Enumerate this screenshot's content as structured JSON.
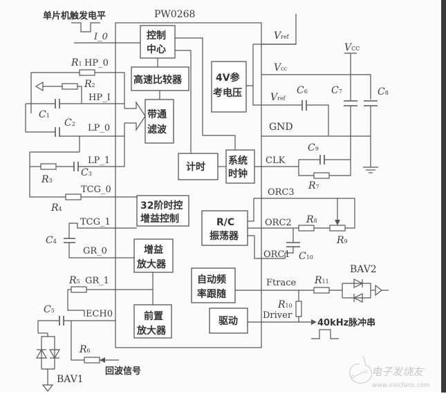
{
  "chip": {
    "name": "PW0268"
  },
  "blocks": {
    "control": [
      "控制",
      "中心"
    ],
    "comparator": [
      "高速比较器"
    ],
    "bandpass": [
      "带通",
      "滤波"
    ],
    "timer": [
      "计时"
    ],
    "sysclock": [
      "系统",
      "时钟"
    ],
    "vref_gen": [
      "4V参",
      "考电压"
    ],
    "tcg": [
      "32阶时控",
      "增益控制"
    ],
    "rc_osc": [
      "R/C",
      "振荡器"
    ],
    "gain_amp": [
      "增益",
      "放大器"
    ],
    "afc": [
      "自动频",
      "率跟随"
    ],
    "preamp": [
      "前置",
      "放大器"
    ],
    "driver": [
      "驱动"
    ]
  },
  "pins": {
    "io": "I_0",
    "hp0": "HP_0",
    "hpi": "HP_I",
    "lp0": "LP_0",
    "lp1": "LP_1",
    "tcg0": "TCG_0",
    "tcg1": "TCG_1",
    "gr0": "GR_0",
    "gr1": "GR_1",
    "ech0": "ECH0",
    "vref1": "V",
    "vref1_sub": "ref",
    "vcc": "V",
    "vcc_sub": "cc",
    "vref2": "V",
    "vref2_sub": "ref",
    "gnd": "GND",
    "clk": "CLK",
    "orc3": "ORC3",
    "orc2": "ORC2",
    "orc1": "ORC1",
    "ftrace": "Ftrace",
    "driver": "Driver"
  },
  "components": {
    "R1": [
      "R",
      "1"
    ],
    "R2": [
      "R",
      "2"
    ],
    "R3": [
      "R",
      "3"
    ],
    "R4": [
      "R",
      "4"
    ],
    "R5": [
      "R",
      "5"
    ],
    "R6": [
      "R",
      "6"
    ],
    "R7": [
      "R",
      "7"
    ],
    "R8": [
      "R",
      "8"
    ],
    "R9": [
      "R",
      "9"
    ],
    "R10": [
      "R",
      "10"
    ],
    "R11": [
      "R",
      "11"
    ],
    "C1": [
      "C",
      "1"
    ],
    "C2": [
      "C",
      "2"
    ],
    "C3": [
      "C",
      "3"
    ],
    "C4": [
      "C",
      "4"
    ],
    "C5": [
      "C",
      "5"
    ],
    "C6": [
      "C",
      "6"
    ],
    "C7": [
      "C",
      "7"
    ],
    "C8": [
      "C",
      "8"
    ],
    "C9": [
      "C",
      "9"
    ],
    "C10": [
      "C",
      "10"
    ],
    "VCC": [
      "V",
      "CC"
    ]
  },
  "labels": {
    "mcu_trigger": "单片机触发电平",
    "echo_signal": "回波信号",
    "pulse_train": "40kHz脉冲串",
    "bav1": "BAV1",
    "bav2": "BAV2"
  },
  "watermark": {
    "cn": "电子发烧友",
    "url": "www.elecfans.com"
  }
}
